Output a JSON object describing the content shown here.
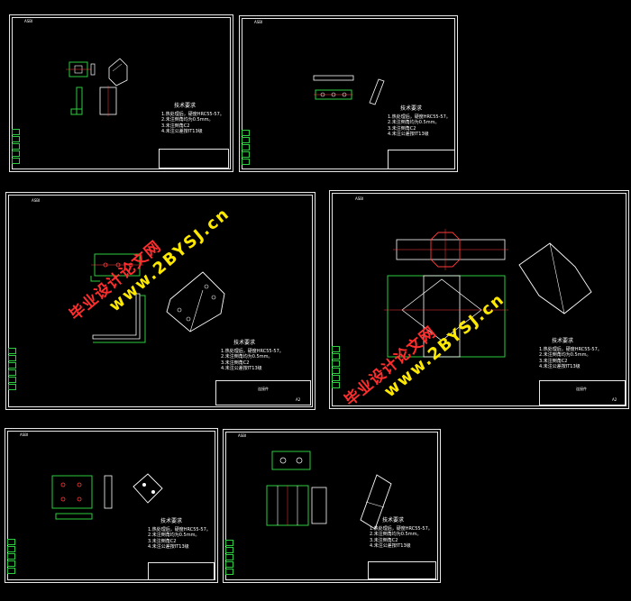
{
  "sheet_tag": "ASBI",
  "tech_title": "技术要求",
  "tech_notes": [
    "1.热处理后，硬度HRC55-57。",
    "2.未注倒角均为0.5mm。",
    "3.未注倒角C2",
    "4.未注公差按IT13级"
  ],
  "title_block": {
    "code": "A2",
    "name": "连接件"
  },
  "watermark": {
    "cn": "毕业设计论文网",
    "url": "www.2BYSJ.cn"
  }
}
